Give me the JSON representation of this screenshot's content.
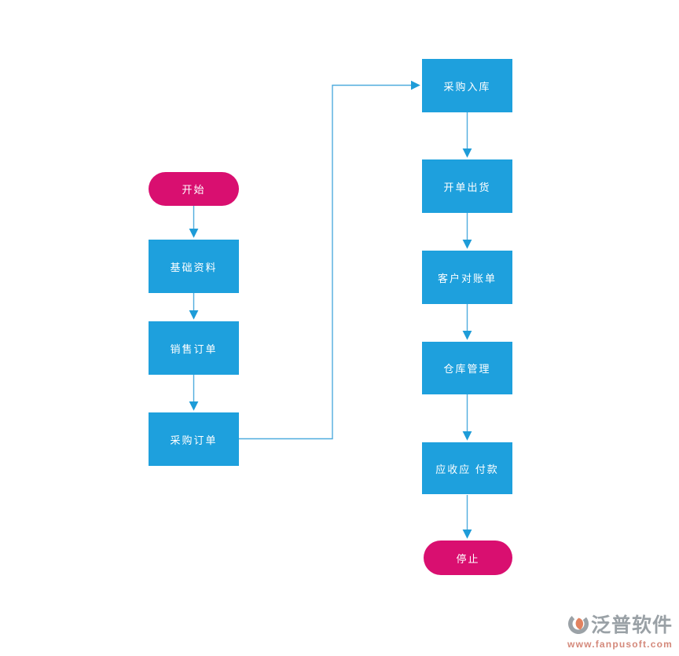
{
  "diagram": {
    "type": "flowchart",
    "colors": {
      "process_fill": "#1EA0DD",
      "terminal_fill": "#D90F70",
      "connector": "#3FA6DC",
      "node_text": "#FFFFFF"
    },
    "nodes": [
      {
        "id": "start",
        "label": "开始",
        "type": "start-terminal"
      },
      {
        "id": "basic-data",
        "label": "基础资料",
        "type": "process"
      },
      {
        "id": "sales-order",
        "label": "销售订单",
        "type": "process"
      },
      {
        "id": "purchase-order",
        "label": "采购订单",
        "type": "process"
      },
      {
        "id": "purchase-inbound",
        "label": "采购入库",
        "type": "process"
      },
      {
        "id": "billing-shipment",
        "label": "开单出货",
        "type": "process"
      },
      {
        "id": "customer-statement",
        "label": "客户对账单",
        "type": "process"
      },
      {
        "id": "warehouse-management",
        "label": "仓库管理",
        "type": "process"
      },
      {
        "id": "receivable-payable",
        "label": "应收应 付款",
        "type": "process"
      },
      {
        "id": "stop",
        "label": "停止",
        "type": "end-terminal"
      }
    ],
    "edges": [
      {
        "from": "start",
        "to": "basic-data"
      },
      {
        "from": "basic-data",
        "to": "sales-order"
      },
      {
        "from": "sales-order",
        "to": "purchase-order"
      },
      {
        "from": "purchase-order",
        "to": "purchase-inbound"
      },
      {
        "from": "purchase-inbound",
        "to": "billing-shipment"
      },
      {
        "from": "billing-shipment",
        "to": "customer-statement"
      },
      {
        "from": "customer-statement",
        "to": "warehouse-management"
      },
      {
        "from": "warehouse-management",
        "to": "receivable-payable"
      },
      {
        "from": "receivable-payable",
        "to": "stop"
      }
    ]
  },
  "watermark": {
    "brand": "泛普软件",
    "url": "www.fanpusoft.com"
  }
}
